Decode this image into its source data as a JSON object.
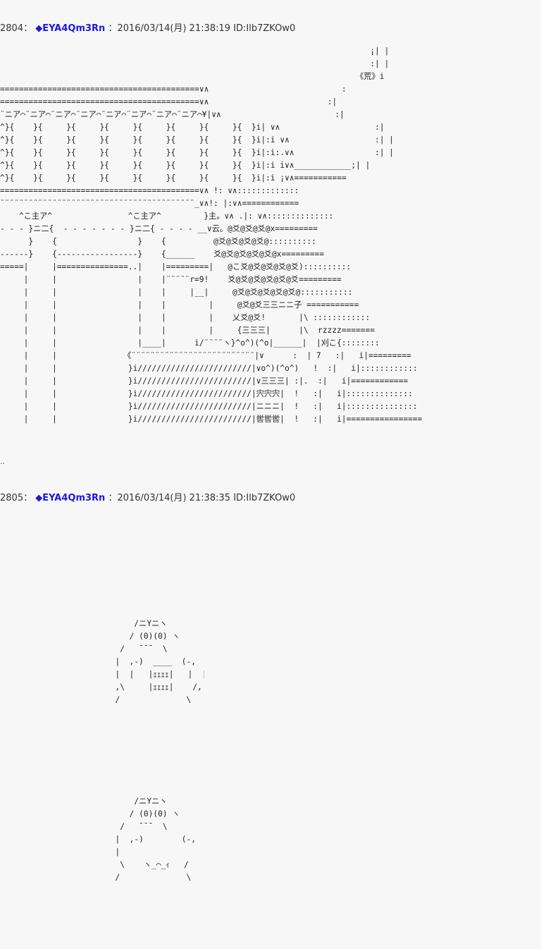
{
  "posts": [
    {
      "number": "2804",
      "separator": "：",
      "trip_marker": "◆",
      "trip": "EYA4Qm3Rn",
      "date": "：2016/03/14(月) 21:38:19",
      "id": "ID:Ilb7ZKOw0",
      "art": "                                                                              ¡| |\n                                                                              :| |\n                                                                           《荒》i\n==========================================∨∧                            :\n==========================================∨∧                         :|\n¨ニア⌒¨ニア⌒¨ニア⌒¨ニア⌒¨ニア⌒¨ニア⌒¨ニア⌒¨ニア⌒¥|∨∧                        :|\n^}{    }{     }{     }{     }{     }{     }{     }{  }i| ∨∧                    :|\n^}{    }{     }{     }{     }{     }{     }{     }{  }i|:i ∨∧                  :| |\n^}{    }{     }{     }{     }{     }{     }{     }{  }i|:i:.∨∧                 :| |\n^}{    }{     }{     }{     }{     }{     }{     }{  }i|:i i∨∧____________;| |\n^}{    }{     }{     }{     }{     }{     }{     }{  }i|:i ¡∨∧===========\n==========================================∨∧ !: ∨∧:::::::::::::\n¨¨¨¨¨¨¨¨¨¨¨¨¨¨¨¨¨¨¨¨¨¨¨¨¨¨¨¨¨¨¨¨¨¨¨¨¨¨¨¨¨_∨∧!: |:∨∧============\n    ^こ主ア^                ^こ主ア^         }主。∨∧ .|: ∨∧::::::::::::::\n- - - }ニ二{  - - - - - - - }ニ二{ - - - - __∨云。@爻@爻@爻@x=========\n      }    {                 }    {          @爻@爻@爻@爻@::::::::::\n------}    {-----------------}    {______    爻@爻@爻@爻@爻@x=========\n=====|     |===============..|    |=========|   @こ爻@爻@爻@爻@爻)::::::::::\n     |     |                 |    |¨¨¨¨¨r=9!    爻@爻@爻@爻@爻@爻=========\n     |     |                 |    |     |__|     @爻@爻@爻@爻@爻@:::::::::::\n     |     |                 |    |         |     @爻@爻三三ニニ子 ===========\n     |     |                 |    |         |    乂爻@爻!       |\\ ::::::::::::\n     |     |                 |    |         |     {三三三|      |\\  rzzzz=======\n     |     |                 |____|      i/¨¨¨¨ヽ}^o^)(^o|______|  |刈こ{::::::::\n     |     |              《¨¨¨¨¨¨¨¨¨¨¨¨¨¨¨¨¨¨¨¨¨¨¨¨¨¨|∨      :  | 7   :|   i|=========\n     |     |               }i////////////////////////|∨o^)(^o^)   !  :|   i|::::::::::::\n     |     |               }i////////////////////////|∨三三三| :|.  :|   i|============\n     |     |               }i////////////////////////|宍宍宍|  !   :|   i|::::::::::::::\n     |     |               }i////////////////////////|ニニニ|  !   :|   i|:::::::::::::::\n     |     |               }i////////////////////////|喾喾喾|  !   :|   i|================"
    },
    {
      "number": "2805",
      "separator": "：",
      "trip_marker": "◆",
      "trip": "EYA4Qm3Rn",
      "date": "：2016/03/14(月) 21:38:35",
      "id": "ID:Ilb7ZKOw0",
      "art_a": "      /ニYニヽ\n     / (0)(0) ヽ\n   /   ̄ ̄ ̄   \\\n  |  ,-)  ____  (-,  |\n  |  |   |ｪｪｪｪ|   |  |\n  ,\\     |ｪｪｪｪ|    /,\n  /              \\",
      "art_b": "      /ニYニヽ\n     / (0)(0) ヽ\n   /   ̄ ̄ ̄   \\\n  |  ,-)        (-,  |\n  |                  |\n   \\    ヽ_⌒_ｨ   /\n  /              \\"
    }
  ],
  "trail_text": ".."
}
